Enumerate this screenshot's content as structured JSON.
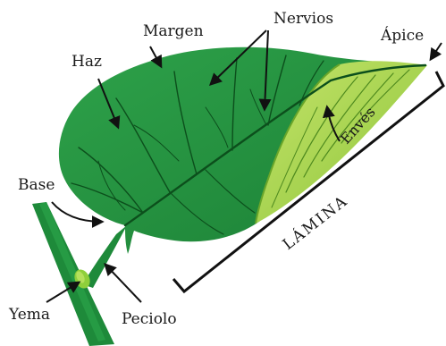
{
  "labels": {
    "haz": "Haz",
    "margen": "Margen",
    "nervios": "Nervios",
    "apice": "Ápice",
    "enves": "Envés",
    "lamina": "LÁMINA",
    "base": "Base",
    "yema": "Yema",
    "peciolo": "Peciolo"
  },
  "colors": {
    "leaf_dark": "#1f8b3a",
    "leaf_mid": "#2ea24a",
    "leaf_underside": "#9acd3c",
    "leaf_underside_light": "#b9de5a",
    "stem": "#1e8a3a",
    "bud": "#8fcf3b",
    "text": "#1a1a1a"
  }
}
